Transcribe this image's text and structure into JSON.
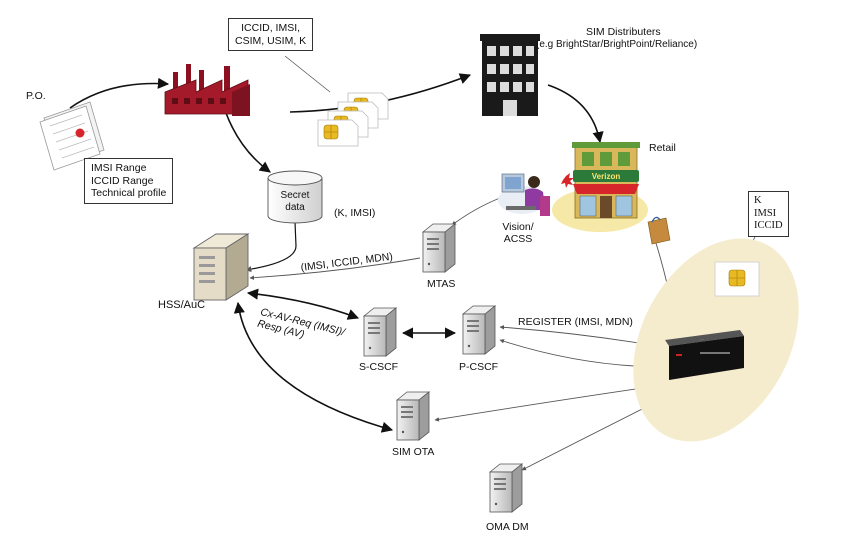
{
  "diagram": {
    "po_label": "P.O.",
    "po_box_lines": [
      "IMSI Range",
      "ICCID Range",
      "Technical profile"
    ],
    "factory_box_lines": [
      "ICCID, IMSI,",
      "CSIM, USIM, K"
    ],
    "distributors_title": "SIM Distributers",
    "distributors_subtitle": "(e.g BrightStar/BrightPoint/Reliance)",
    "retail_label": "Retail",
    "store_sign": "Verizon",
    "secret_data_label": "Secret\ndata",
    "k_imsi_label": "(K, IMSI)",
    "vision_label": "Vision/\nACSS",
    "device_box_lines": [
      "K",
      "IMSI",
      "ICCID"
    ],
    "hss_label": "HSS/AuC",
    "mtas_label": "MTAS",
    "imsi_iccid_mdn_label": "(IMSI, ICCID, MDN)",
    "cx_label": "Cx-AV-Req (IMSI)/\nResp (AV)",
    "scscf_label": "S-CSCF",
    "pcscf_label": "P-CSCF",
    "register_label": "REGISTER (IMSI, MDN)",
    "sim_ota_label": "SIM OTA",
    "oma_dm_label": "OMA DM"
  },
  "colors": {
    "factory": "#a51a2a",
    "sim_chip": "#e8b923",
    "device_ellipse": "#f5eccd",
    "server": "#d9d9d9",
    "building": "#1a1a1a",
    "store_wall": "#d8b85a",
    "store_awning": "#5f9b3a"
  },
  "icons": [
    "document-stack-icon",
    "factory-icon",
    "sim-card-icon",
    "building-icon",
    "store-icon",
    "agent-icon",
    "bag-icon",
    "database-icon",
    "server-icon",
    "router-icon"
  ]
}
